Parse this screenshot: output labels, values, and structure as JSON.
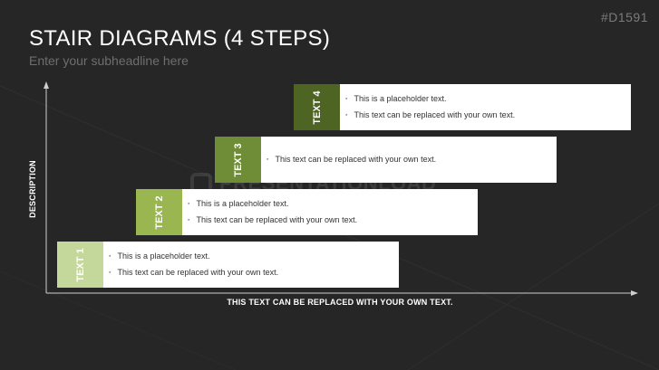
{
  "slide": {
    "code": "#D1591",
    "title": "STAIR DIAGRAMS (4 STEPS)",
    "subtitle": "Enter your subheadline here",
    "watermark": "PRESENTATIONLOAD"
  },
  "axes": {
    "y_label": "DESCRIPTION",
    "x_label": "THIS TEXT CAN BE REPLACED WITH YOUR OWN TEXT."
  },
  "steps": [
    {
      "label": "TEXT 1",
      "color": "#c5d89c",
      "bullets": [
        "This is a placeholder text.",
        "This text can be replaced with your own text."
      ]
    },
    {
      "label": "TEXT 2",
      "color": "#99b650",
      "bullets": [
        "This is a placeholder text.",
        "This text can be replaced with your own text."
      ]
    },
    {
      "label": "TEXT 3",
      "color": "#6f8d36",
      "bullets": [
        "This text can be replaced with your own text."
      ]
    },
    {
      "label": "TEXT 4",
      "color": "#4d6423",
      "bullets": [
        "This is a placeholder text.",
        "This text can be replaced with your own text."
      ]
    }
  ],
  "colors": {
    "background": "#262626",
    "axis": "#cfcfcf"
  }
}
